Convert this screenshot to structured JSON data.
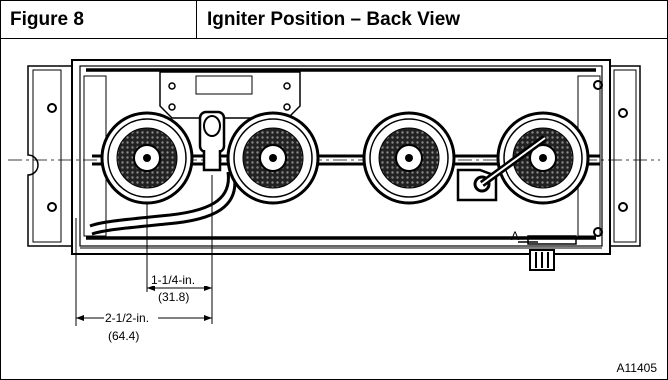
{
  "header": {
    "figure_label": "Figure 8",
    "title": "Igniter Position – Back View"
  },
  "dimensions": {
    "inner": {
      "label": "1-1/4-in.",
      "metric": "(31.8)"
    },
    "outer": {
      "label": "2-1/2-in.",
      "metric": "(64.4)"
    }
  },
  "markers": {
    "a_label": "A"
  },
  "figure_code": "A11405"
}
